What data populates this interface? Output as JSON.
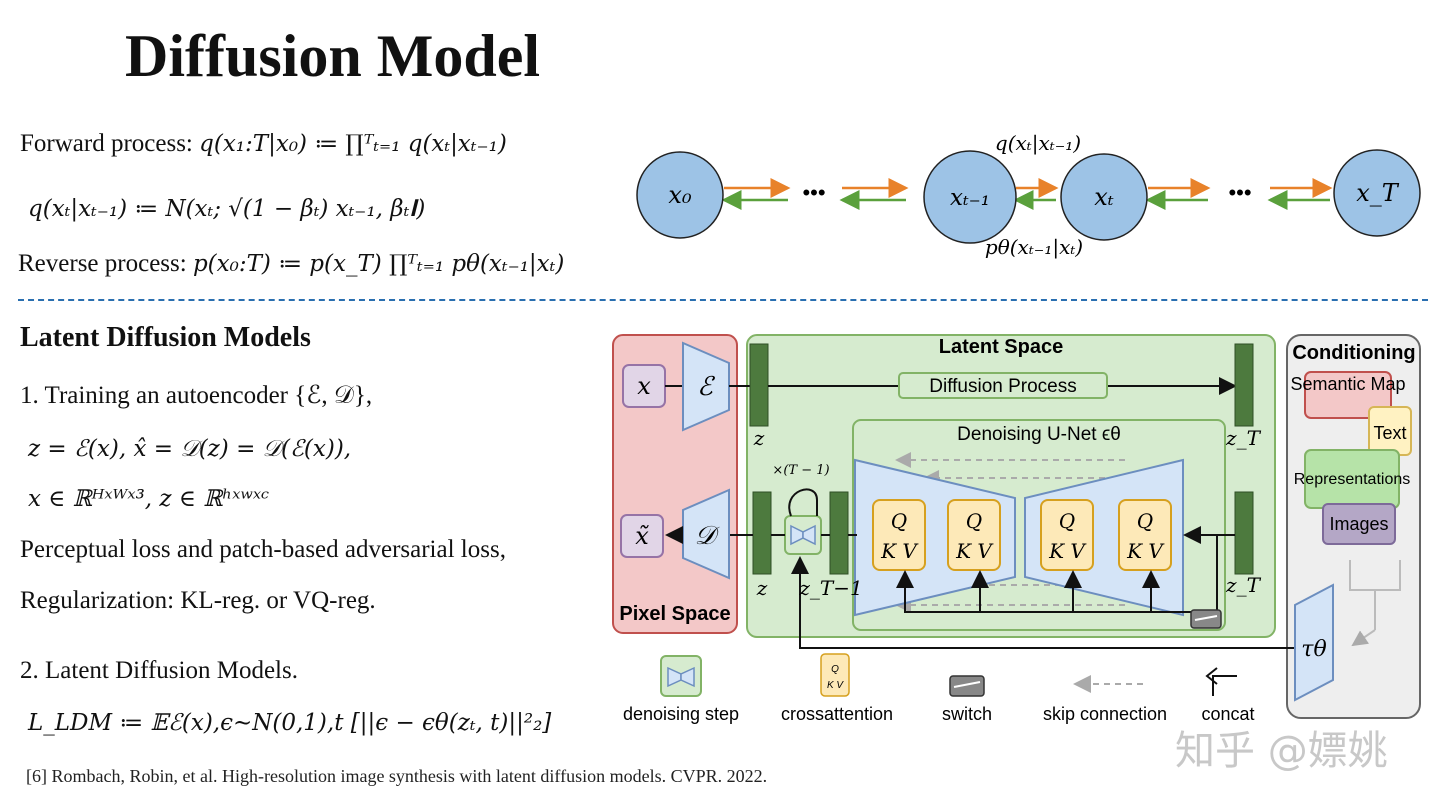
{
  "slide": {
    "title": "Diffusion Model",
    "forward_label": "Forward process:",
    "forward_formula": "q(x₁:T|x₀) ≔ ∏ᵀₜ₌₁ q(xₜ|xₜ₋₁)",
    "transition_formula": "q(xₜ|xₜ₋₁) ≔ N(xₜ; √(1 − βₜ) xₜ₋₁, βₜ𝐈)",
    "reverse_label": "Reverse process:",
    "reverse_formula": "p(x₀:T) ≔ p(x_T) ∏ᵀₜ₌₁ pθ(xₜ₋₁|xₜ)",
    "ldm_title": "Latent Diffusion Models",
    "step1": "1. Training an autoencoder {ℰ, 𝒟},",
    "step1_eq1": "z = ℰ(x), x̂ = 𝒟(z) = 𝒟(ℰ(x)),",
    "step1_eq2": "x ∈ ℝᴴˣᵂˣ³, z ∈ ℝʰˣʷˣᶜ",
    "loss_text": "Perceptual loss and patch-based adversarial loss,",
    "reg_text": "Regularization: KL-reg. or VQ-reg.",
    "step2": "2. Latent Diffusion Models.",
    "loss_formula": "L_LDM ≔ 𝔼ℰ(x),ϵ∼N(0,1),t [||ϵ − ϵθ(zₜ, t)||²₂]",
    "reference": "[6] Rombach, Robin, et al. High-resolution image synthesis with latent diffusion models. CVPR. 2022.",
    "watermark": "知乎 @嫖姚"
  },
  "chain": {
    "nodes": [
      "x₀",
      "xₜ₋₁",
      "xₜ",
      "x_T"
    ],
    "ellipsis": "•••",
    "forward_edge": "q(xₜ|xₜ₋₁)",
    "reverse_edge": "pθ(xₜ₋₁|xₜ)",
    "forward_color": "#e8822a",
    "reverse_color": "#5aa03c",
    "node_fill": "#9dc3e6"
  },
  "ldm": {
    "pixel_space": "Pixel Space",
    "latent_space": "Latent Space",
    "conditioning": "Conditioning",
    "diffusion_process": "Diffusion Process",
    "unet": "Denoising U-Net ϵθ",
    "x": "x",
    "x_tilde": "x̃",
    "encoder": "ℰ",
    "decoder": "𝒟",
    "z": "z",
    "z_T": "z_T",
    "z_T_minus_1": "z_T−1",
    "repeat": "×(T − 1)",
    "q": "Q",
    "kv": "K V",
    "tau": "τθ",
    "cond_items": [
      "Semantic Map",
      "Text",
      "Representations",
      "Images"
    ],
    "legend": [
      "denoising step",
      "crossattention",
      "switch",
      "skip connection",
      "concat"
    ],
    "colors": {
      "pixel": "#f3c8c8",
      "latent": "#d6ebcf",
      "conditioning": "#eeeeee",
      "trapezoid": "#d4e4f7",
      "qkv": "#fde9b8"
    }
  }
}
